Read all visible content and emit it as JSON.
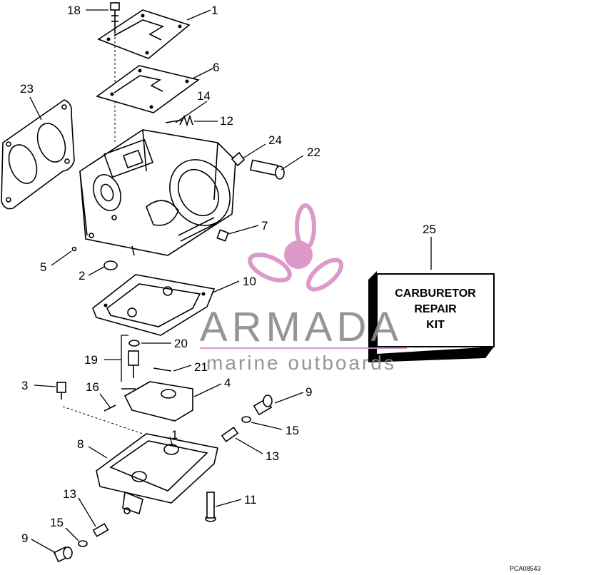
{
  "diagram": {
    "callouts": [
      {
        "id": "c18",
        "text": "18"
      },
      {
        "id": "c1a",
        "text": "1"
      },
      {
        "id": "c6",
        "text": "6"
      },
      {
        "id": "c23",
        "text": "23"
      },
      {
        "id": "c14",
        "text": "14"
      },
      {
        "id": "c12",
        "text": "12"
      },
      {
        "id": "c24",
        "text": "24"
      },
      {
        "id": "c22",
        "text": "22"
      },
      {
        "id": "c7",
        "text": "7"
      },
      {
        "id": "c5",
        "text": "5"
      },
      {
        "id": "c2",
        "text": "2"
      },
      {
        "id": "c10",
        "text": "10"
      },
      {
        "id": "c25",
        "text": "25"
      },
      {
        "id": "c20",
        "text": "20"
      },
      {
        "id": "c19",
        "text": "19"
      },
      {
        "id": "c21",
        "text": "21"
      },
      {
        "id": "c3",
        "text": "3"
      },
      {
        "id": "c16",
        "text": "16"
      },
      {
        "id": "c4",
        "text": "4"
      },
      {
        "id": "c9a",
        "text": "9"
      },
      {
        "id": "c15a",
        "text": "15"
      },
      {
        "id": "c1b",
        "text": "1"
      },
      {
        "id": "c8",
        "text": "8"
      },
      {
        "id": "c13a",
        "text": "13"
      },
      {
        "id": "c11",
        "text": "11"
      },
      {
        "id": "c13b",
        "text": "13"
      },
      {
        "id": "c15b",
        "text": "15"
      },
      {
        "id": "c9b",
        "text": "9"
      }
    ],
    "repair_kit": {
      "line1": "CARBURETOR",
      "line2": "REPAIR",
      "line3": "KIT"
    },
    "figure_code": "PCA08543"
  },
  "watermark": {
    "brand": "ARMADA",
    "tagline": "marine outboards",
    "color_pink": "#d98fc4",
    "color_gray": "#8a8a8a"
  }
}
